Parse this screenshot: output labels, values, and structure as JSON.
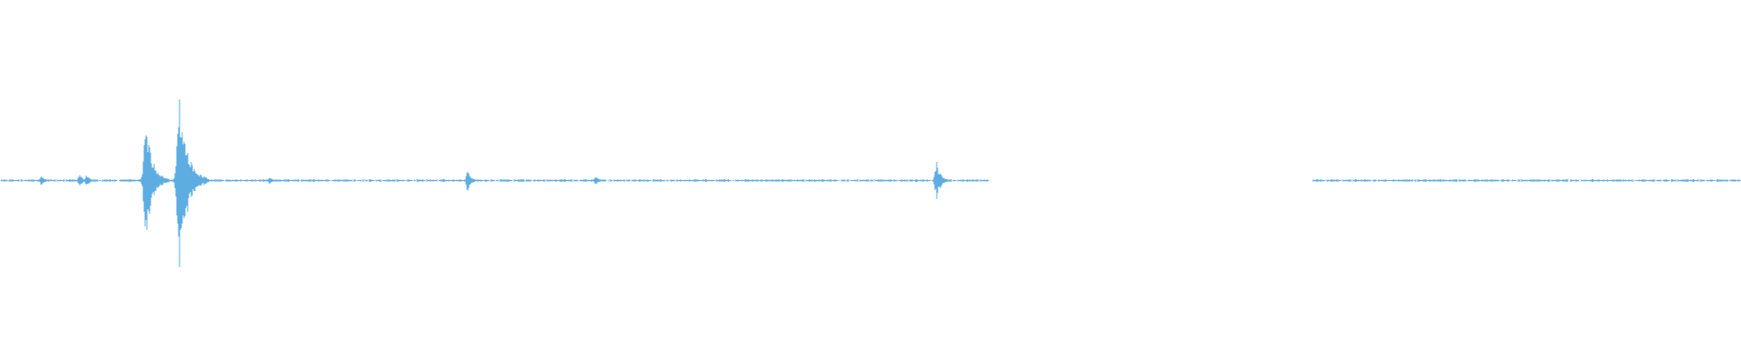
{
  "waveform": {
    "color": "#5dade2",
    "background": "#ffffff",
    "duration_s": 100,
    "silent_gap_s": [
      56.8,
      75.4
    ],
    "transients": [
      {
        "t": 2.4,
        "amp": 0.03
      },
      {
        "t": 4.6,
        "amp": 0.04
      },
      {
        "t": 5.0,
        "amp": 0.035
      },
      {
        "t": 8.4,
        "amp": 0.33
      },
      {
        "t": 10.3,
        "amp": 0.46
      },
      {
        "t": 15.5,
        "amp": 0.02
      },
      {
        "t": 26.9,
        "amp": 0.06
      },
      {
        "t": 34.2,
        "amp": 0.025
      },
      {
        "t": 53.8,
        "amp": 0.11
      }
    ]
  }
}
